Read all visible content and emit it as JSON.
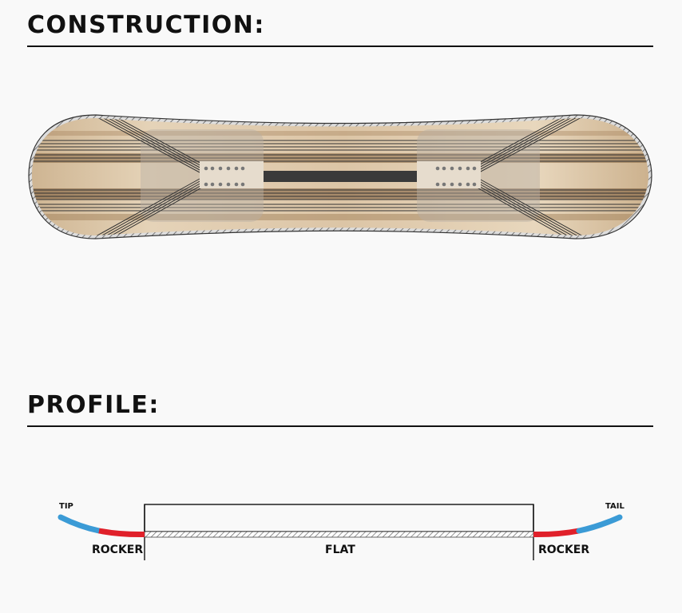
{
  "construction": {
    "heading": "CONSTRUCTION:"
  },
  "profile": {
    "heading": "PROFILE:",
    "labels": {
      "tip": "TIP",
      "tail": "TAIL",
      "rocker_left": "ROCKER",
      "flat": "FLAT",
      "rocker_right": "ROCKER"
    }
  },
  "colors": {
    "heading_text": "#111111",
    "wood_light": "#d9c4a6",
    "wood_dark": "#7a5a38",
    "carbon_stripe": "#3a3a3a",
    "rocker_red": "#e0202a",
    "tip_blue": "#3b9bd6",
    "background": "#f9f9f9"
  },
  "icons": {
    "board_top": "snowboard-construction-icon",
    "profile": "snowboard-profile-icon"
  }
}
